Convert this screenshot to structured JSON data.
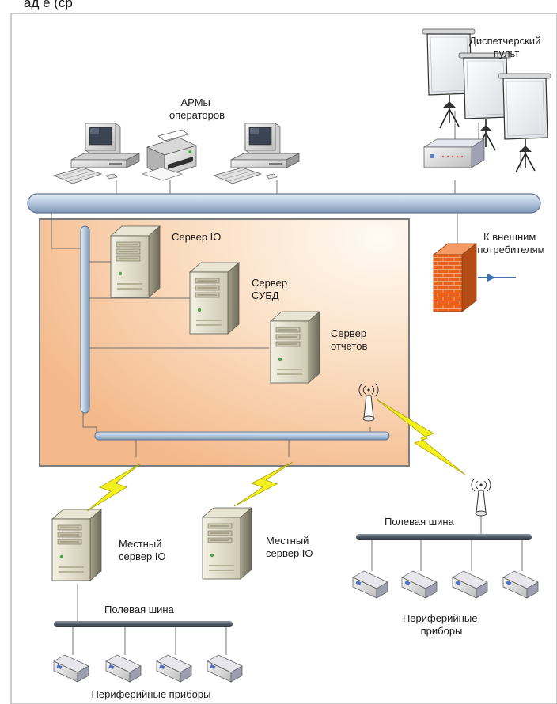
{
  "header_partial_text": "ад                                    е (ср",
  "labels": {
    "arm": [
      "АРМы",
      "операторов"
    ],
    "dispatch": [
      "Диспетчерский",
      "пульт"
    ],
    "external": [
      "К внешним",
      "потребителям"
    ],
    "server_io": [
      "Сервер IO"
    ],
    "server_dbms": [
      "Сервер",
      "СУБД"
    ],
    "server_reports": [
      "Сервер",
      "отчетов"
    ],
    "local_server_1": [
      "Местный",
      "сервер IO"
    ],
    "local_server_2": [
      "Местный",
      "сервер IO"
    ],
    "fieldbus_left": [
      "Полевая шина"
    ],
    "fieldbus_right": [
      "Полевая шина"
    ],
    "peripherals_right": [
      "Периферийные",
      "приборы"
    ],
    "peripherals_left": [
      "Периферийные приборы"
    ]
  },
  "icons": {
    "workstation": "computer-icon",
    "printer": "printer-icon",
    "screen": "projection-screen-icon",
    "switch": "network-switch-icon",
    "server": "tower-server-icon",
    "firewall": "firewall-icon",
    "antenna": "antenna-icon",
    "radio": "lightning-link-icon",
    "device": "peripheral-device-icon"
  },
  "colors": {
    "bus": "#b8cadf",
    "bus_stroke": "#5d7390",
    "zone": "#f6c49a",
    "zone_stroke": "#808080",
    "lightning": "#f4ef1e",
    "firewall": "#e8611c",
    "arrow": "#3b6fb6"
  }
}
